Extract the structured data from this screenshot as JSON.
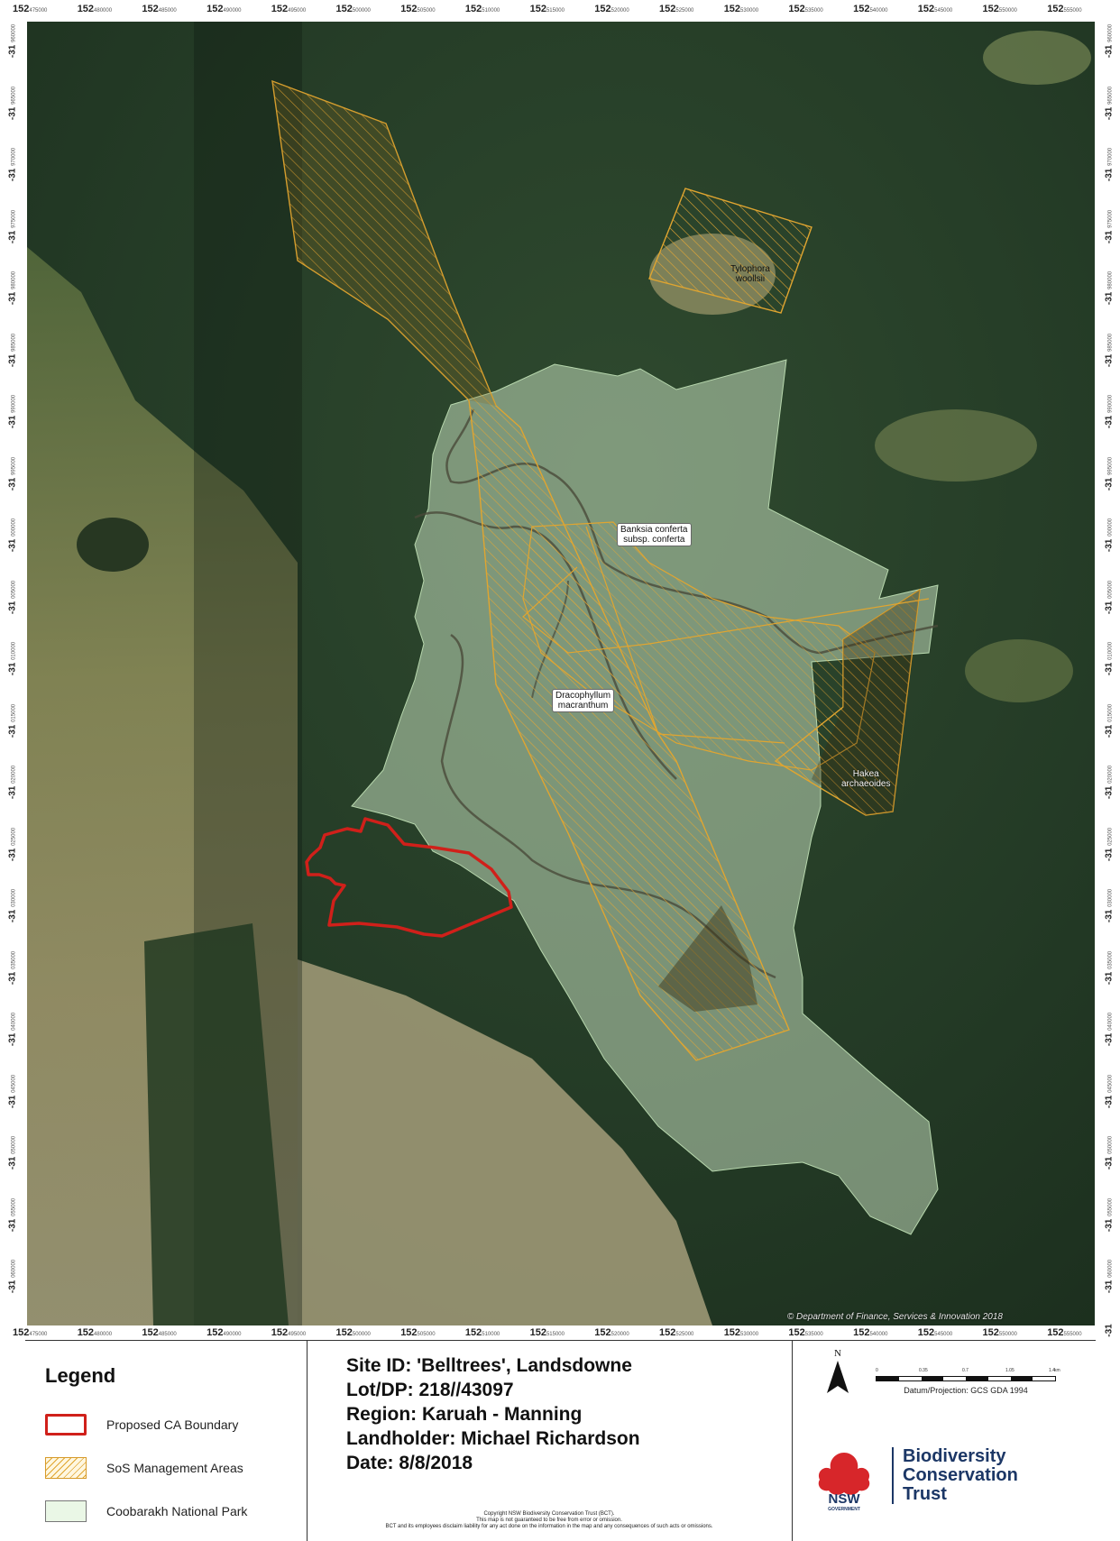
{
  "frame": {
    "top_ticks": [
      {
        "major": "152",
        "minor": "475000"
      },
      {
        "major": "152",
        "minor": "480000"
      },
      {
        "major": "152",
        "minor": "485000"
      },
      {
        "major": "152",
        "minor": "490000"
      },
      {
        "major": "152",
        "minor": "495000"
      },
      {
        "major": "152",
        "minor": "500000"
      },
      {
        "major": "152",
        "minor": "505000"
      },
      {
        "major": "152",
        "minor": "510000"
      },
      {
        "major": "152",
        "minor": "515000"
      },
      {
        "major": "152",
        "minor": "520000"
      },
      {
        "major": "152",
        "minor": "525000"
      },
      {
        "major": "152",
        "minor": "530000"
      },
      {
        "major": "152",
        "minor": "535000"
      },
      {
        "major": "152",
        "minor": "540000"
      },
      {
        "major": "152",
        "minor": "545000"
      },
      {
        "major": "152",
        "minor": "550000"
      },
      {
        "major": "152",
        "minor": "555000"
      }
    ],
    "bottom_ticks": [
      {
        "major": "152",
        "minor": "475000"
      },
      {
        "major": "152",
        "minor": "480000"
      },
      {
        "major": "152",
        "minor": "485000"
      },
      {
        "major": "152",
        "minor": "490000"
      },
      {
        "major": "152",
        "minor": "495000"
      },
      {
        "major": "152",
        "minor": "500000"
      },
      {
        "major": "152",
        "minor": "505000"
      },
      {
        "major": "152",
        "minor": "510000"
      },
      {
        "major": "152",
        "minor": "515000"
      },
      {
        "major": "152",
        "minor": "520000"
      },
      {
        "major": "152",
        "minor": "525000"
      },
      {
        "major": "152",
        "minor": "530000"
      },
      {
        "major": "152",
        "minor": "535000"
      },
      {
        "major": "152",
        "minor": "540000"
      },
      {
        "major": "152",
        "minor": "545000"
      },
      {
        "major": "152",
        "minor": "550000"
      },
      {
        "major": "152",
        "minor": "555000"
      }
    ],
    "side_ticks": [
      {
        "major": "-31",
        "minor": "960000"
      },
      {
        "major": "-31",
        "minor": "965000"
      },
      {
        "major": "-31",
        "minor": "970000"
      },
      {
        "major": "-31",
        "minor": "975000"
      },
      {
        "major": "-31",
        "minor": "980000"
      },
      {
        "major": "-31",
        "minor": "985000"
      },
      {
        "major": "-31",
        "minor": "990000"
      },
      {
        "major": "-31",
        "minor": "995000"
      },
      {
        "major": "-31",
        "minor": "000000"
      },
      {
        "major": "-31",
        "minor": "005000"
      },
      {
        "major": "-31",
        "minor": "010000"
      },
      {
        "major": "-31",
        "minor": "015000"
      },
      {
        "major": "-31",
        "minor": "020000"
      },
      {
        "major": "-31",
        "minor": "025000"
      },
      {
        "major": "-31",
        "minor": "030000"
      },
      {
        "major": "-31",
        "minor": "035000"
      },
      {
        "major": "-31",
        "minor": "040000"
      },
      {
        "major": "-31",
        "minor": "045000"
      },
      {
        "major": "-31",
        "minor": "050000"
      },
      {
        "major": "-31",
        "minor": "055000"
      },
      {
        "major": "-31",
        "minor": "060000"
      }
    ],
    "bottom_right_label": "-31"
  },
  "map": {
    "labels": {
      "tylophora": [
        "Tylophora",
        "woollsii"
      ],
      "banksia": [
        "Banksia conferta",
        "subsp. conferta"
      ],
      "dracophyllum": [
        "Dracophyllum",
        "macranthum"
      ],
      "hakea": [
        "Hakea",
        "archaeoides"
      ]
    },
    "attribution": "© Department of Finance, Services & Innovation 2018",
    "colors": {
      "boundary": "#d0201a",
      "sos": "#e0a530",
      "park": "#d8f0cf"
    }
  },
  "legend": {
    "title": "Legend",
    "items": [
      {
        "label": "Proposed CA Boundary"
      },
      {
        "label": "SoS Management Areas"
      },
      {
        "label": "Coobarakh National Park"
      }
    ]
  },
  "site": {
    "id_line": "Site ID: 'Belltrees', Landsdowne",
    "lot_line": "Lot/DP: 218//43097",
    "region_line": "Region: Karuah - Manning",
    "landholder_line": "Landholder: Michael Richardson",
    "date_line": "Date: 8/8/2018"
  },
  "copyright": {
    "line1": "Copyright NSW Biodiversity Conservation Trust (BCT).",
    "line2": "This map is not guaranteed to be free from error or omission.",
    "line3": "BCT and its employees disclaim liability for any act done on the information in the map and any consequences of such acts or omissions."
  },
  "north": {
    "letter": "N"
  },
  "scale": {
    "ticks": [
      "0",
      "0.35",
      "0.7",
      "1.05",
      "1.4"
    ],
    "unit": "km",
    "caption": "Datum/Projection: GCS GDA 1994"
  },
  "logo": {
    "nsw_text": "NSW",
    "gov_text": "GOVERNMENT",
    "org_lines": [
      "Biodiversity",
      "Conservation",
      "Trust"
    ]
  }
}
